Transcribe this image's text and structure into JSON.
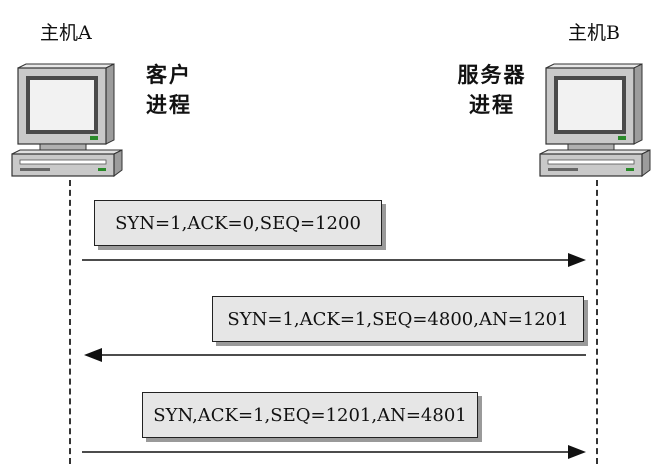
{
  "host_a": {
    "name": "主机A",
    "process": [
      "客户",
      "进程"
    ]
  },
  "host_b": {
    "name": "主机B",
    "process": [
      "服务器",
      "进程"
    ]
  },
  "messages": [
    {
      "text": "SYN=1,ACK=0,SEQ=1200",
      "direction": "A-to-B"
    },
    {
      "text": "SYN=1,ACK=1,SEQ=4800,AN=1201",
      "direction": "B-to-A"
    },
    {
      "text": "SYN,ACK=1,SEQ=1201,AN=4801",
      "direction": "A-to-B"
    }
  ],
  "colors": {
    "box_fill": "#e6e6e6",
    "line": "#111111",
    "computer_body": "#c8c8c8",
    "screen": "#f2f2f2"
  }
}
